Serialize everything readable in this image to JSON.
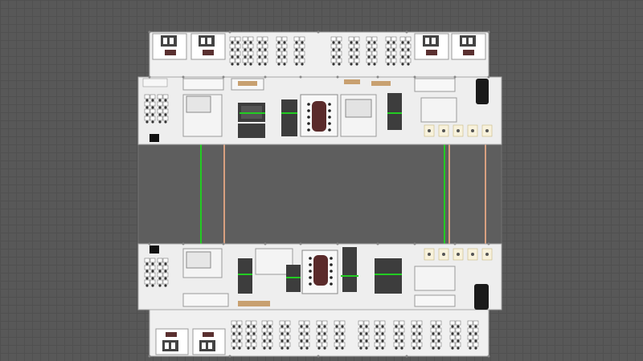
{
  "colors": {
    "canvas": "#585858",
    "floor": "#efefef",
    "wall": "#b0b0b0",
    "furniture": "#3a3a3a",
    "conference_table": "#5a2a2a",
    "highlight_green": "#22cc22",
    "highlight_tan": "#d8a080",
    "wood_desk": "#c8a070",
    "bridge_floor": "#5c5c5c"
  },
  "floorplan": {
    "wings": [
      "north-wing",
      "south-wing"
    ],
    "bridge": "connector-bridge"
  }
}
